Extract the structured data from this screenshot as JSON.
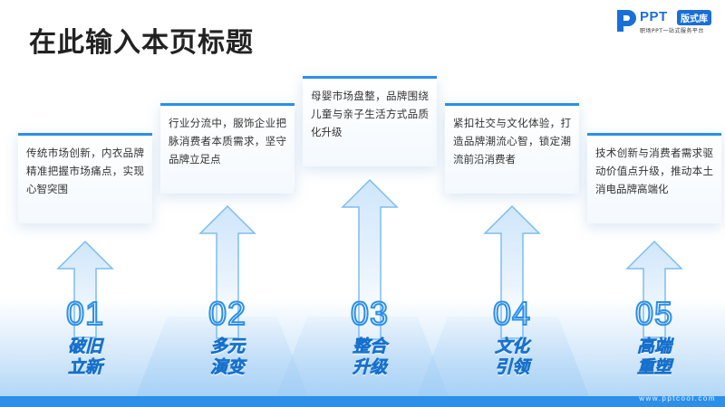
{
  "header": {
    "title": "在此输入本页标题"
  },
  "logo": {
    "brand": "PPT",
    "badge": "版式库",
    "subtitle": "职场PPT一站式服务平台"
  },
  "footer": {
    "url": "www.pptcool.com"
  },
  "colors": {
    "accent": "#2c8fe8",
    "text": "#333333"
  },
  "items": [
    {
      "num": "01",
      "label_line1": "破旧",
      "label_line2": "立新",
      "desc": "传统市场创新，内衣品牌精准把握市场痛点，实现心智突围"
    },
    {
      "num": "02",
      "label_line1": "多元",
      "label_line2": "演变",
      "desc": "行业分流中，服饰企业把脉消费者本质需求，坚守品牌立足点"
    },
    {
      "num": "03",
      "label_line1": "整合",
      "label_line2": "升级",
      "desc": "母婴市场盘整，品牌围绕儿童与亲子生活方式品质化升级"
    },
    {
      "num": "04",
      "label_line1": "文化",
      "label_line2": "引领",
      "desc": "紧扣社交与文化体验，打造品牌潮流心智，锁定潮流前沿消费者"
    },
    {
      "num": "05",
      "label_line1": "高端",
      "label_line2": "重塑",
      "desc": "技术创新与消费者需求驱动价值点升级，推动本土消电品牌高端化"
    }
  ]
}
